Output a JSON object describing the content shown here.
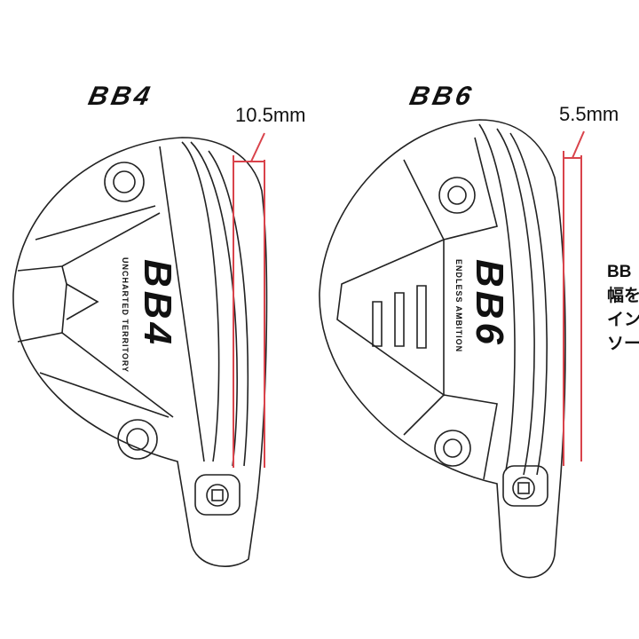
{
  "left_club": {
    "model": "BB4",
    "sole_text": "UNCHARTED TERRITORY",
    "width_label": "10.5mm"
  },
  "right_club": {
    "model": "BB6",
    "sole_text": "ENDLESS AMBITION",
    "width_label": "5.5mm"
  },
  "side_text_lines": [
    "BB",
    "幅を",
    "イン",
    "ソー"
  ],
  "colors": {
    "outline": "#222222",
    "measure_line": "#d9434b"
  }
}
